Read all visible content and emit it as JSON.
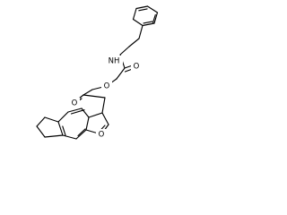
{
  "molecule": {
    "labels": {
      "nh": "NH",
      "amide_o": "O",
      "ester_o": "O",
      "carbonyl_o": "O",
      "furan_o": "O"
    }
  }
}
